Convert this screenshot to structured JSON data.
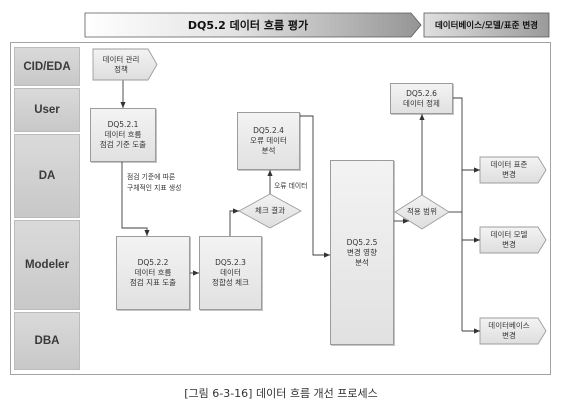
{
  "header": {
    "phase_title": "DQ5.2 데이터 흐름 평가",
    "change_title": "데이터베이스/모델/표준 변경"
  },
  "lanes": [
    "CID/EDA",
    "User",
    "DA",
    "Modeler",
    "DBA"
  ],
  "inputs": {
    "policy": {
      "lines": [
        "데이터 관리",
        "정책"
      ]
    }
  },
  "processes": {
    "dq521": {
      "id": "DQ5.2.1",
      "lines": [
        "데이터 흐름",
        "점검 기준 도출"
      ]
    },
    "dq522": {
      "id": "DQ5.2.2",
      "lines": [
        "데이터 흐름",
        "점검 지표 도출"
      ]
    },
    "dq523": {
      "id": "DQ5.2.3",
      "lines": [
        "데이터",
        "정합성 체크"
      ]
    },
    "dq524": {
      "id": "DQ5.2.4",
      "lines": [
        "오류 데이터",
        "분석"
      ]
    },
    "dq525": {
      "id": "DQ5.2.5",
      "lines": [
        "변경 영향",
        "분석"
      ]
    },
    "dq526": {
      "id": "DQ5.2.6",
      "lines": [
        "데이터 정제"
      ]
    }
  },
  "decisions": {
    "check_result": "체크 결과",
    "scope": "적용 범위"
  },
  "outputs": [
    {
      "lines": [
        "데이터 표준",
        "변경"
      ]
    },
    {
      "lines": [
        "데이터 모델",
        "변경"
      ]
    },
    {
      "lines": [
        "데이터베이스",
        "변경"
      ]
    }
  ],
  "flow_labels": {
    "criteria_to_indicators": [
      "점검 기준에 따른",
      "구체적인 지표 생성"
    ],
    "error_data": "오류 데이터"
  },
  "caption": "[그림 6-3-16] 데이터 흐름 개선 프로세스"
}
